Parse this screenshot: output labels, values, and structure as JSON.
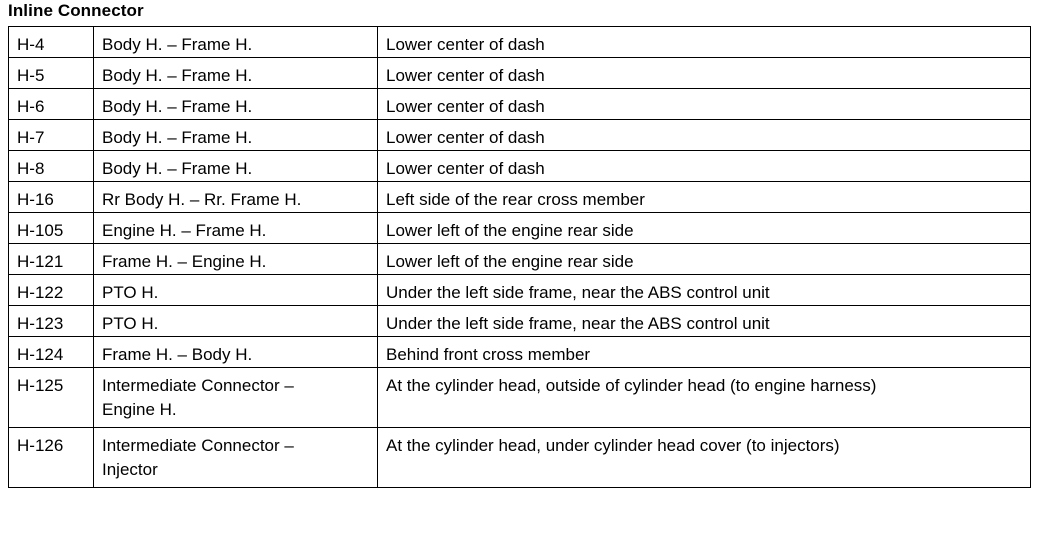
{
  "title": "Inline Connector",
  "rows": [
    {
      "id": "H-4",
      "harness": "Body H. – Frame H.",
      "location": "Lower center of dash"
    },
    {
      "id": "H-5",
      "harness": "Body H. – Frame H.",
      "location": "Lower center of dash"
    },
    {
      "id": "H-6",
      "harness": "Body H. – Frame H.",
      "location": "Lower center of dash"
    },
    {
      "id": "H-7",
      "harness": "Body H. – Frame H.",
      "location": "Lower center of dash"
    },
    {
      "id": "H-8",
      "harness": "Body H. – Frame H.",
      "location": "Lower center of dash"
    },
    {
      "id": "H-16",
      "harness": "Rr Body H. – Rr. Frame H.",
      "location": "Left side of the rear cross member"
    },
    {
      "id": "H-105",
      "harness": "Engine H. – Frame H.",
      "location": "Lower left of the engine rear side"
    },
    {
      "id": "H-121",
      "harness": "Frame H. – Engine H.",
      "location": "Lower left of the engine rear side"
    },
    {
      "id": "H-122",
      "harness": "PTO H.",
      "location": "Under the left side frame, near the ABS control unit"
    },
    {
      "id": "H-123",
      "harness": "PTO H.",
      "location": "Under the left side frame, near the ABS control unit"
    },
    {
      "id": "H-124",
      "harness": "Frame H. – Body H.",
      "location": "Behind front cross member"
    },
    {
      "id": "H-125",
      "harness": "Intermediate Connector –\nEngine H.",
      "location": "At the cylinder head, outside of cylinder head (to engine harness)"
    },
    {
      "id": "H-126",
      "harness": "Intermediate Connector –\nInjector",
      "location": "At the cylinder head, under cylinder head cover (to injectors)"
    }
  ]
}
